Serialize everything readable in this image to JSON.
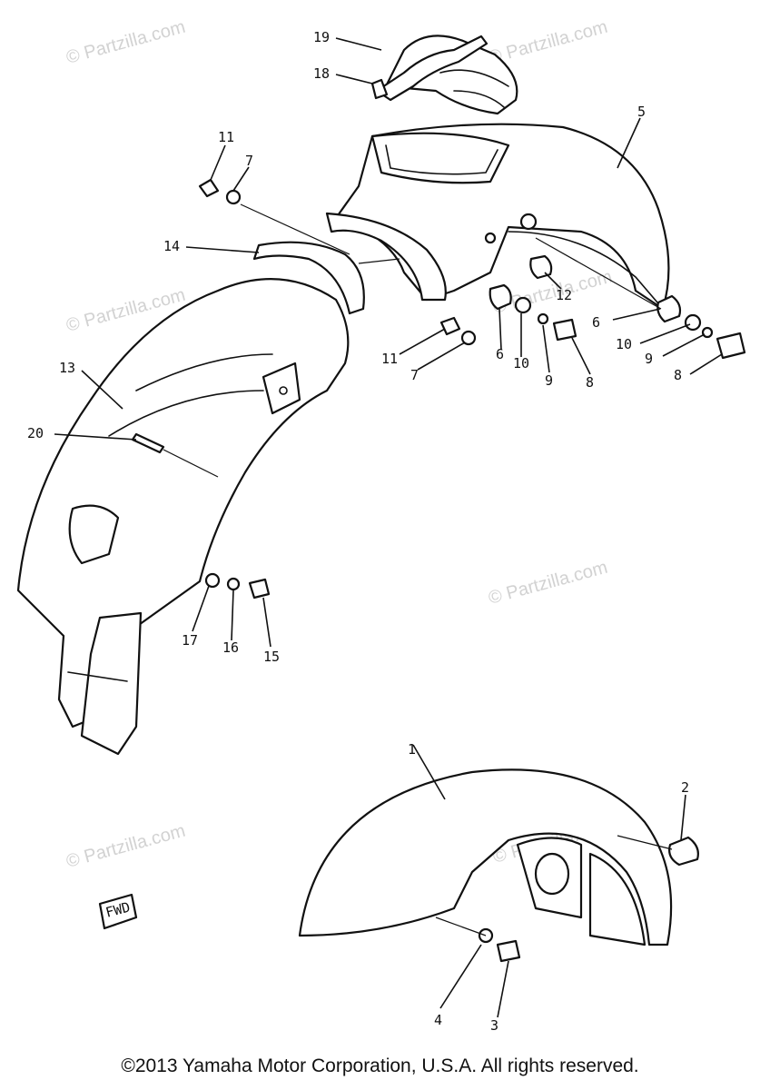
{
  "watermark": "© Partzilla.com",
  "fwd_label": "FWD",
  "copyright": "©2013 Yamaha Motor Corporation, U.S.A. All rights reserved.",
  "callouts": [
    "19",
    "18",
    "5",
    "11",
    "7",
    "14",
    "6",
    "10",
    "9",
    "8",
    "12",
    "11",
    "7",
    "6",
    "10",
    "9",
    "8",
    "13",
    "20",
    "17",
    "16",
    "15",
    "1",
    "2",
    "4",
    "3"
  ]
}
